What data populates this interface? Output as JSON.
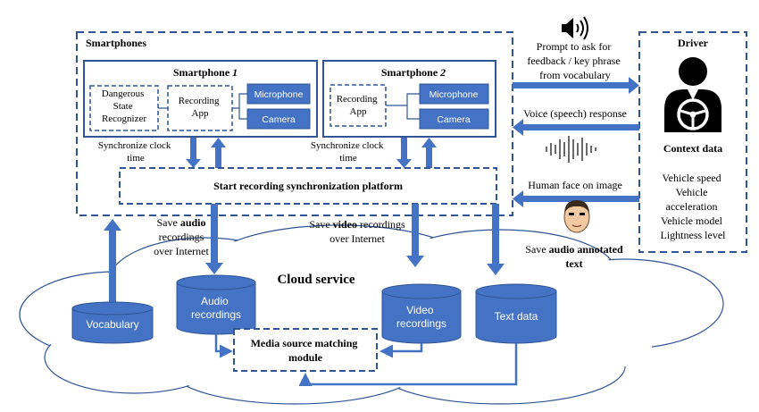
{
  "smartphones": {
    "title": "Smartphones"
  },
  "phone1": {
    "title": "Smartphone",
    "num": "1",
    "dangerous_lines": [
      "Dangerous",
      "State",
      "Recognizer"
    ],
    "recording_lines": [
      "Recording",
      "App"
    ],
    "microphone": "Microphone",
    "camera": "Camera"
  },
  "phone2": {
    "title": "Smartphone",
    "num": "2",
    "recording_lines": [
      "Recording",
      "App"
    ],
    "microphone": "Microphone",
    "camera": "Camera"
  },
  "sync": {
    "left_lines": [
      "Synchronize clock",
      "time"
    ],
    "right_lines": [
      "Synchronize clock",
      "time"
    ],
    "platform": "Start recording synchronization platform"
  },
  "driver": {
    "title": "Driver",
    "context_title": "Context data",
    "context_items": [
      "Vehicle speed",
      "Vehicle",
      "acceleration",
      "Vehicle model",
      "Lightness level"
    ]
  },
  "links": {
    "prompt_lines": [
      "Prompt to ask for",
      "feedback / key phrase",
      "from vocabulary"
    ],
    "voice": "Voice (speech) response",
    "face": "Human face on image",
    "save_audio": {
      "pre": "Save ",
      "bold": "audio",
      "line2": "recordings",
      "line3": "over Internet"
    },
    "save_video": {
      "pre": "Save ",
      "bold": "video",
      "post": " recordings",
      "line2": "over Internet"
    },
    "save_annot": {
      "pre": "Save ",
      "bold1": "audio annotated",
      "bold2": "text"
    }
  },
  "cloud": {
    "title": "Cloud service",
    "vocabulary": "Vocabulary",
    "audio_lines": [
      "Audio",
      "recordings"
    ],
    "video_lines": [
      "Video",
      "recordings"
    ],
    "text": "Text data",
    "matching_lines": [
      "Media source matching",
      "module"
    ]
  },
  "colors": {
    "blue_dark": "#2f5597",
    "blue": "#4472c4",
    "white": "#ffffff"
  },
  "icons": [
    "speaker-icon",
    "driver-icon",
    "waveform-icon",
    "face-icon"
  ]
}
